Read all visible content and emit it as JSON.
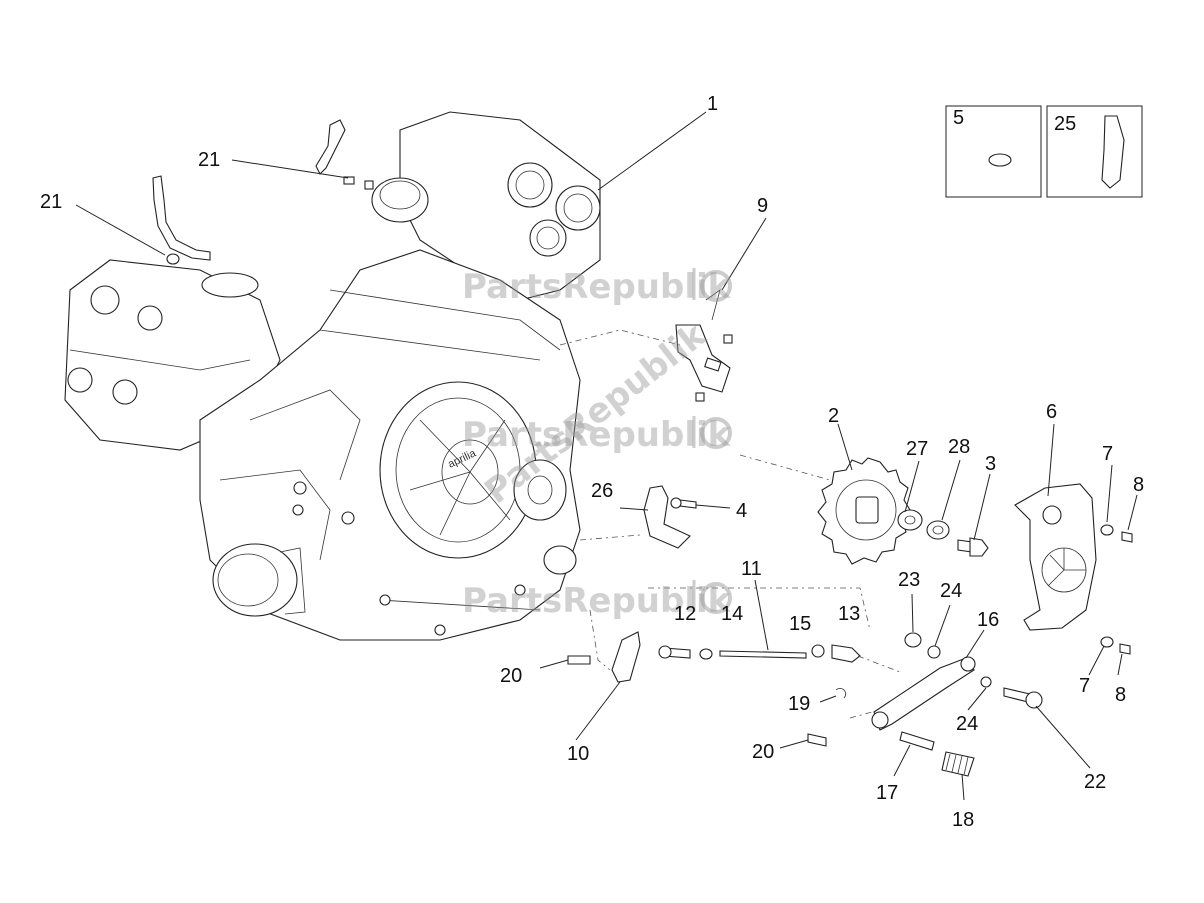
{
  "watermark": {
    "text": "PartsRepublik",
    "gear_icon": "gear-icon"
  },
  "labels": {
    "l1": "1",
    "l2": "2",
    "l3": "3",
    "l4": "4",
    "l5": "5",
    "l6": "6",
    "l7a": "7",
    "l7b": "7",
    "l8a": "8",
    "l8b": "8",
    "l9": "9",
    "l10": "10",
    "l11": "11",
    "l12": "12",
    "l13": "13",
    "l14": "14",
    "l15": "15",
    "l16": "16",
    "l17": "17",
    "l18": "18",
    "l19": "19",
    "l20a": "20",
    "l20b": "20",
    "l21a": "21",
    "l21b": "21",
    "l22": "22",
    "l23": "23",
    "l24a": "24",
    "l24b": "24",
    "l25": "25",
    "l26": "26",
    "l27": "27",
    "l28": "28"
  },
  "engine_brand": "aprilia"
}
